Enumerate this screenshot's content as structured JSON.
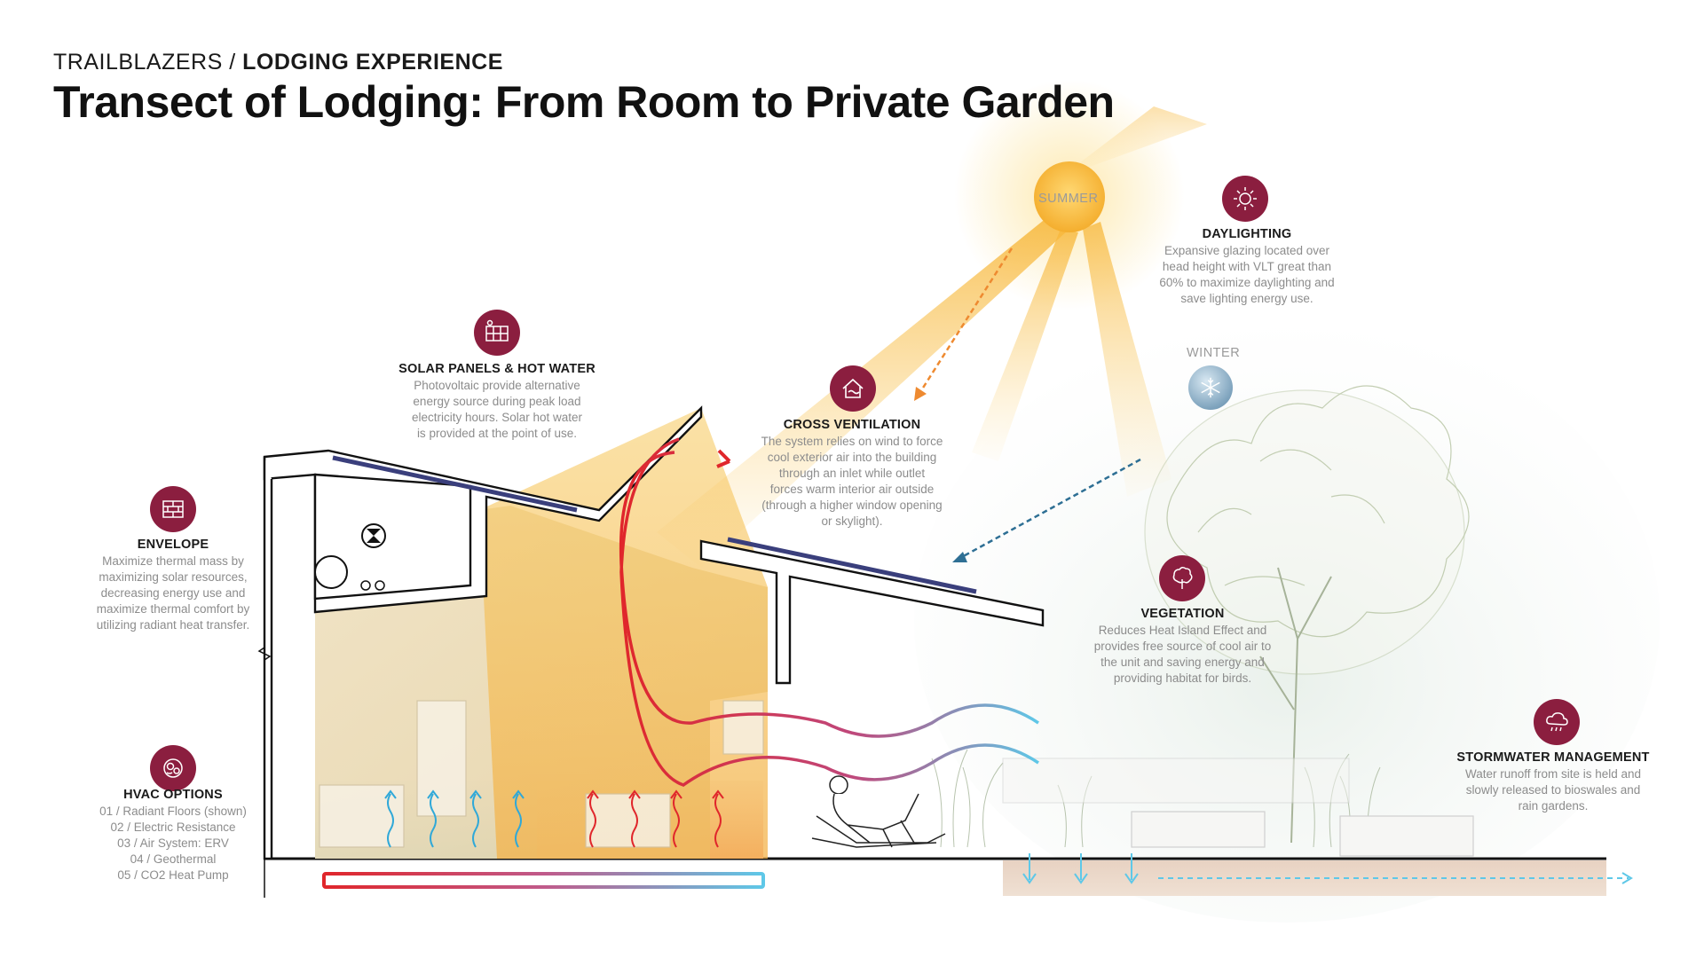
{
  "header": {
    "eyebrow_prefix": "TRAILBLAZERS /",
    "eyebrow_section": "LODGING EXPERIENCE",
    "title": "Transect of Lodging: From Room to Private Garden"
  },
  "seasons": {
    "summer": "SUMMER",
    "winter": "WINTER"
  },
  "callouts": {
    "solar": {
      "icon": "solar-panel-icon",
      "title": "SOLAR PANELS & HOT WATER",
      "lines": [
        "Photovoltaic provide alternative",
        "energy source during peak load",
        "electricity hours. Solar hot water",
        "is provided at the point of use."
      ]
    },
    "envelope": {
      "icon": "brick-wall-icon",
      "title": "ENVELOPE",
      "lines": [
        "Maximize thermal mass by",
        "maximizing solar resources,",
        "decreasing energy use and",
        "maximize thermal comfort by",
        "utilizing radiant heat transfer."
      ]
    },
    "hvac": {
      "icon": "hvac-gears-icon",
      "title": "HVAC OPTIONS",
      "lines": [
        "01 / Radiant Floors (shown)",
        "02 / Electric Resistance",
        "03 / Air System: ERV",
        "04 / Geothermal",
        "05 / CO2 Heat Pump"
      ]
    },
    "ventilation": {
      "icon": "house-airflow-icon",
      "title": "CROSS VENTILATION",
      "lines": [
        "The system relies on wind to force",
        "cool exterior air into the building",
        "through an inlet while outlet",
        "forces warm interior air outside",
        "(through a higher window opening",
        "or skylight)."
      ]
    },
    "daylighting": {
      "icon": "sun-icon",
      "title": "DAYLIGHTING",
      "lines": [
        "Expansive glazing located over",
        "head height with VLT great than",
        "60% to maximize daylighting and",
        "save lighting energy use."
      ]
    },
    "vegetation": {
      "icon": "tree-icon",
      "title": "VEGETATION",
      "lines": [
        "Reduces Heat Island Effect and",
        "provides free source of cool air to",
        "the unit and saving energy and",
        "providing habitat for birds."
      ]
    },
    "stormwater": {
      "icon": "rain-cloud-icon",
      "title": "STORMWATER MANAGEMENT",
      "lines": [
        "Water runoff from site is held and",
        "slowly released to bioswales and",
        "rain gardens."
      ]
    }
  },
  "colors": {
    "accent": "#8b1e3f",
    "sun": "#f6b53a",
    "warm_air": "#e0262b",
    "cool_air": "#5ec8e8",
    "winter_ray": "#2e6f94",
    "summer_ray": "#ee8a30"
  }
}
